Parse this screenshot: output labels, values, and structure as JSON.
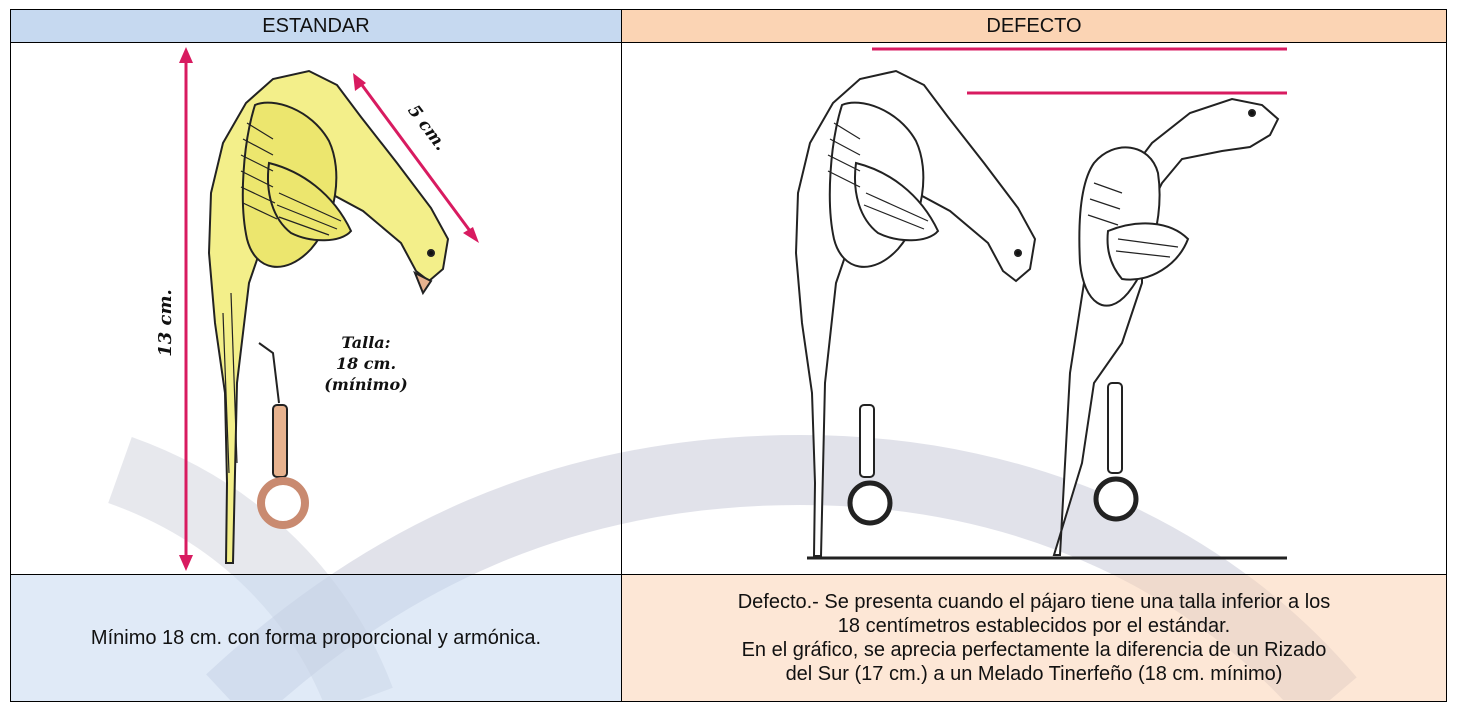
{
  "header": {
    "standard_label": "ESTANDAR",
    "defect_label": "DEFECTO"
  },
  "standard_figure": {
    "bird_color": "#f3ef8a",
    "measure_color": "#d81b60",
    "label_height": "13 cm.",
    "label_neck": "5 cm.",
    "label_size_line1": "Talla:",
    "label_size_line2": "18 cm.",
    "label_size_line3": "(mínimo)"
  },
  "description": {
    "standard_text": "Mínimo 18 cm. con forma proporcional y armónica.",
    "defect_lines": [
      "Defecto.- Se presenta cuando el pájaro tiene una talla inferior a los",
      "18 centímetros establecidos por el estándar.",
      "En el gráfico, se aprecia perfectamente la diferencia de un Rizado",
      "del Sur (17 cm.) a un Melado Tinerfeño (18 cm. mínimo)"
    ]
  },
  "colors": {
    "standard_header": "#c6d9f0",
    "defect_header": "#fbd4b4",
    "watermark": "#c9cbd8"
  }
}
